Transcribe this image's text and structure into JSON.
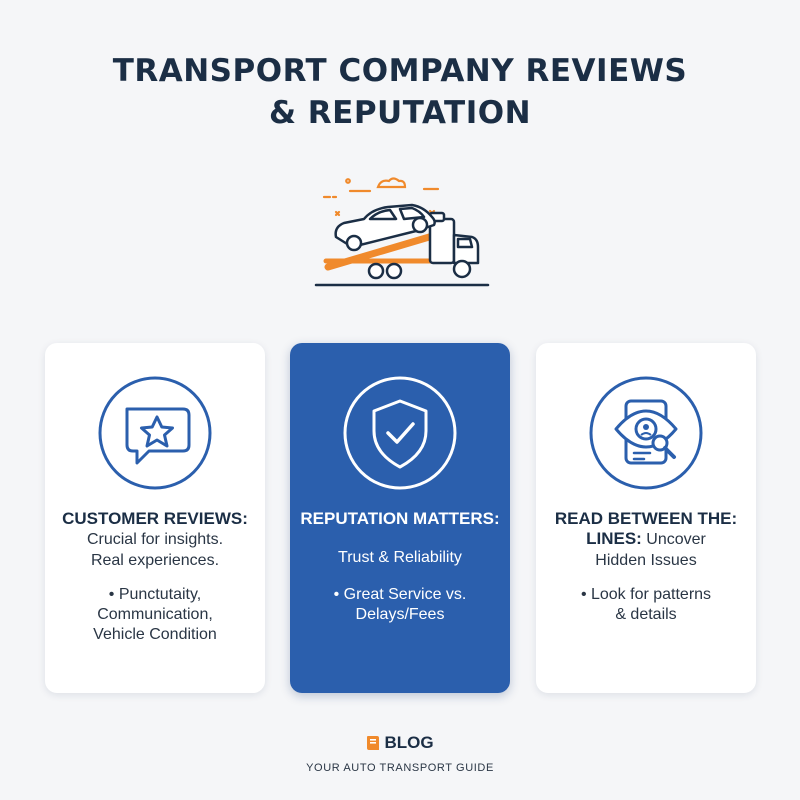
{
  "page": {
    "title_line1": "TRANSPORT COMPANY REVIEWS",
    "title_line2": "& REPUTATION"
  },
  "colors": {
    "navy": "#1b2e45",
    "accent_blue": "#2b5fad",
    "accent_orange": "#f08a2c",
    "card_bg": "#ffffff",
    "page_bg": "#f5f6f8"
  },
  "hero": {
    "icon": "tow-truck-carrying-car-icon"
  },
  "cards": [
    {
      "icon": "star-speech-bubble-icon",
      "heading": "CUSTOMER REVIEWS:",
      "description_line1": "Crucial for insights.",
      "description_line2": "Real experiences.",
      "bullet_line1": "• Punctutaity, Communication,",
      "bullet_line2": "Vehicle Condition"
    },
    {
      "icon": "shield-check-icon",
      "heading": "REPUTATION MATTERS:",
      "description_line1": "Trust & Reliability",
      "bullet_line1": "• Great Service vs.",
      "bullet_line2": "Delays/Fees"
    },
    {
      "icon": "eye-magnifier-document-icon",
      "heading_line1": "READ BETWEEN THE:",
      "heading_bold2": "LINES:",
      "heading_rest2": " Uncover",
      "description_line3": "Hidden Issues",
      "bullet_line1": "• Look for patterns",
      "bullet_line2": "& details"
    }
  ],
  "footer": {
    "brand": "BLOG",
    "brand_icon": "book-icon",
    "tagline": "YOUR AUTO TRANSPORT GUIDE"
  }
}
